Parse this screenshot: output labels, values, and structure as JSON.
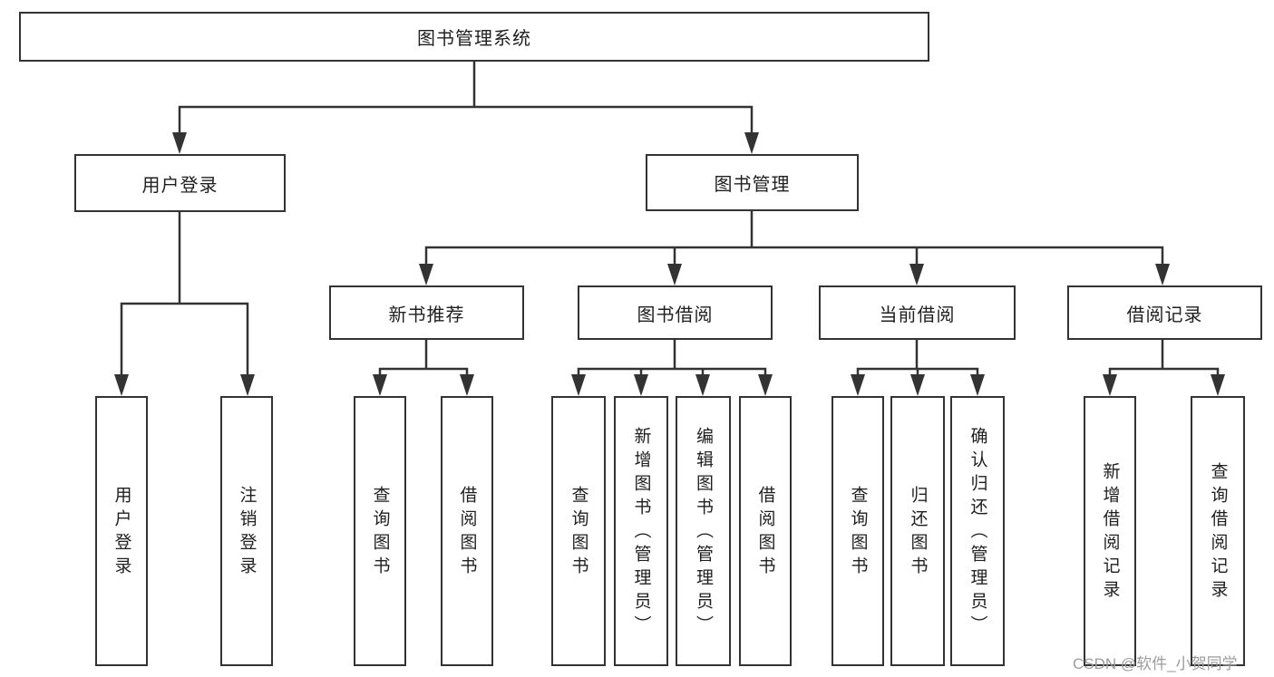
{
  "tree": {
    "label": "图书管理系统",
    "children": [
      {
        "label": "用户登录",
        "children": [
          {
            "label": "用户登录"
          },
          {
            "label": "注销登录"
          }
        ]
      },
      {
        "label": "图书管理",
        "children": [
          {
            "label": "新书推荐",
            "children": [
              {
                "label": "查询图书"
              },
              {
                "label": "借阅图书"
              }
            ]
          },
          {
            "label": "图书借阅",
            "children": [
              {
                "label": "查询图书"
              },
              {
                "label": "新增图书（管理员）"
              },
              {
                "label": "编辑图书（管理员）"
              },
              {
                "label": "借阅图书"
              }
            ]
          },
          {
            "label": "当前借阅",
            "children": [
              {
                "label": "查询图书"
              },
              {
                "label": "归还图书"
              },
              {
                "label": "确认归还（管理员）"
              }
            ]
          },
          {
            "label": "借阅记录",
            "children": [
              {
                "label": "新增借阅记录"
              },
              {
                "label": "查询借阅记录"
              }
            ]
          }
        ]
      }
    ]
  },
  "watermark": {
    "text": "CSDN @软件_小贺同学"
  },
  "colors": {
    "line": "#333333",
    "box_border": "#333333",
    "box_fill": "#ffffff",
    "text": "#1f1f1f",
    "watermark": "#9c9c9c",
    "background": "#ffffff"
  }
}
